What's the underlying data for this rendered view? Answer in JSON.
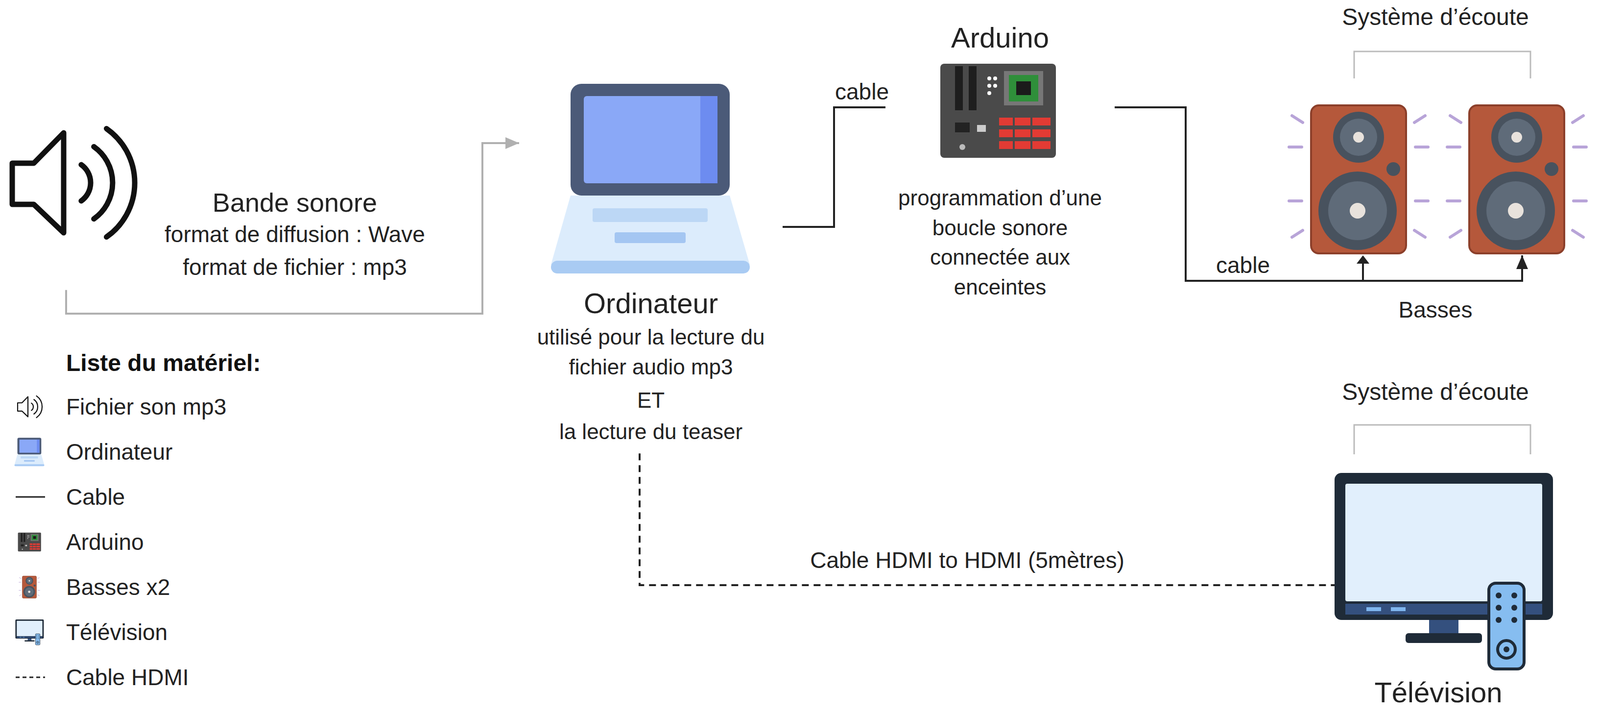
{
  "diagram": {
    "nodes": [
      {
        "text": [
          "Bande sonore",
          "format de diffusion : Wave",
          "format de fichier : mp3"
        ]
      },
      {
        "text": [
          "Ordinateur",
          "utilisé pour la lecture du fichier audio mp3",
          "ET",
          "la lecture du teaser"
        ]
      },
      {
        "text": [
          "Arduino",
          "programmation d’une boucle sonore connectée aux enceintes"
        ]
      },
      {
        "text": [
          "Système d’écoute",
          "Basses"
        ]
      },
      {
        "text": [
          "Système d’écoute",
          "Télévision"
        ]
      }
    ],
    "edges": [
      {
        "from": 0,
        "to": 1,
        "arrow": "to"
      },
      {
        "from": 1,
        "to": 2,
        "label": "cable",
        "arrow": "none"
      },
      {
        "from": 2,
        "to": 3,
        "label": "cable",
        "arrow": "to"
      },
      {
        "from": 1,
        "to": 4,
        "label": "Cable HDMI to HDMI (5mètres)",
        "arrow": "none"
      }
    ],
    "labels": [
      "Liste du matériel:"
    ],
    "legend": [
      {
        "text": "Fichier son mp3"
      },
      {
        "text": "Ordinateur"
      },
      {
        "text": "Cable"
      },
      {
        "text": "Arduino"
      },
      {
        "text": "Basses x2"
      },
      {
        "text": "Télévision"
      },
      {
        "text": "Cable HDMI"
      }
    ]
  }
}
